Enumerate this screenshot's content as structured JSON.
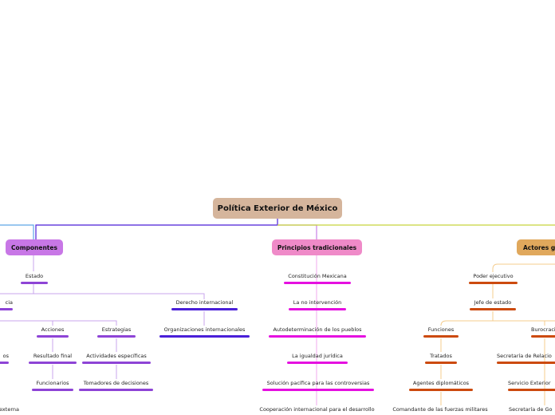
{
  "root": {
    "label": "Política Exterior de México",
    "color": "#d5b59c"
  },
  "branches": {
    "componentes": {
      "label": "Componentes",
      "color": "#c877e6"
    },
    "principios": {
      "label": "Principios tradicionales",
      "color": "#ef8ac8"
    },
    "actores": {
      "label": "Actores g",
      "color": "#e0a85c"
    }
  },
  "componentes_nodes": {
    "estado": "Estado",
    "cia": "cia",
    "derecho": "Derecho internacional",
    "organizaciones": "Organizaciones internacionales",
    "acciones": "Acciones",
    "estrategias": "Estrategias",
    "os": "os",
    "resultado": "Resultado final",
    "actividades": "Actividades específicas",
    "funcionarios": "Funcionarios",
    "tomadores": "Tomadores de decisiones",
    "externa": "externa"
  },
  "principios_nodes": {
    "constitucion": "Constitución Mexicana",
    "no_intervencion": "La no intervención",
    "autodeterminacion": "Autodeterminación de los pueblos",
    "igualdad": "La igualdad jurídica",
    "solucion": "Solución pacífica para las controversias",
    "cooperacion": "Cooperación internacional para el desarrollo"
  },
  "actores_nodes": {
    "poder": "Poder ejecutivo",
    "jefe": "Jefe de estado",
    "funciones": "Funciones",
    "burocracia": "Burocraci",
    "tratados": "Tratados",
    "secretaria_rel": "Secretaría de Relacio",
    "agentes": "Agentes diplomáticos",
    "servicio": "Servicio Exterior",
    "comandante": "Comandante de las fuerzas militares",
    "secretaria_go": "Secretaría de Go"
  },
  "colors": {
    "blue_purple": "#4a1fd8",
    "violet": "#8e44d6",
    "magenta": "#e510e0",
    "orange": "#cc4a0e",
    "yellow_green": "#c6d43c",
    "light_blue": "#5ea8e8",
    "light_violet": "#c9a6ec",
    "light_pink": "#f2a8ef",
    "light_orange": "#f4cc8e"
  }
}
